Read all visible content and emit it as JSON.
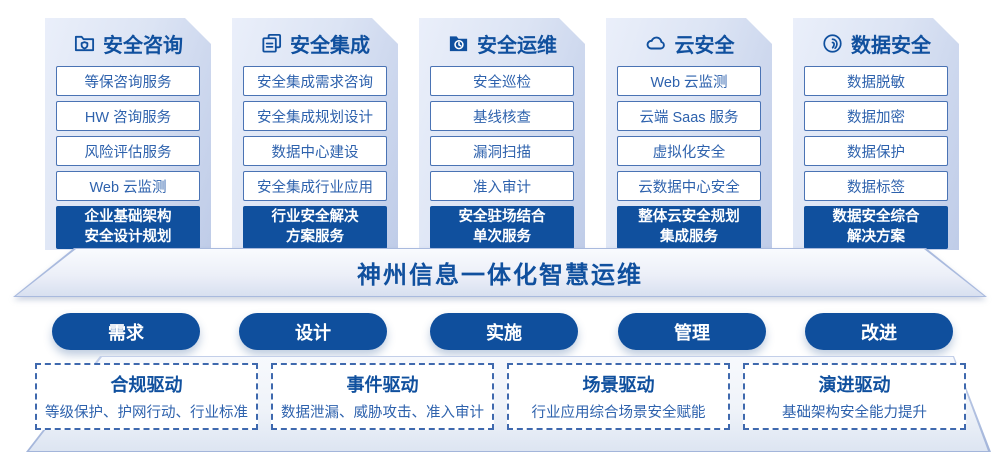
{
  "banner": {
    "title": "神州信息一体化智慧运维"
  },
  "colors": {
    "primary_blue": "#10509E",
    "item_text_blue": "#2E62AD",
    "box_border_blue": "#4a73b4",
    "panel_gradient_start": "#eaeffa",
    "panel_gradient_end": "#bfcce8",
    "dashed_border_blue": "#3f69ae"
  },
  "columns": [
    {
      "title": "安全咨询",
      "icon": "folder-shield-icon",
      "items": [
        "等保咨询服务",
        "HW 咨询服务",
        "风险评估服务",
        "Web 云监测"
      ],
      "footer_line1": "企业基础架构",
      "footer_line2": "安全设计规划"
    },
    {
      "title": "安全集成",
      "icon": "documents-icon",
      "items": [
        "安全集成需求咨询",
        "安全集成规划设计",
        "数据中心建设",
        "安全集成行业应用"
      ],
      "footer_line1": "行业安全解决",
      "footer_line2": "方案服务"
    },
    {
      "title": "安全运维",
      "icon": "folder-clock-icon",
      "items": [
        "安全巡检",
        "基线核查",
        "漏洞扫描",
        "准入审计"
      ],
      "footer_line1": "安全驻场结合",
      "footer_line2": "单次服务"
    },
    {
      "title": "云安全",
      "icon": "cloud-icon",
      "items": [
        "Web 云监测",
        "云端 Saas 服务",
        "虚拟化安全",
        "云数据中心安全"
      ],
      "footer_line1": "整体云安全规划",
      "footer_line2": "集成服务"
    },
    {
      "title": "数据安全",
      "icon": "fingerprint-icon",
      "items": [
        "数据脱敏",
        "数据加密",
        "数据保护",
        "数据标签"
      ],
      "footer_line1": "数据安全综合",
      "footer_line2": "解决方案"
    }
  ],
  "process_pills": [
    "需求",
    "设计",
    "实施",
    "管理",
    "改进"
  ],
  "drivers": [
    {
      "title": "合规驱动",
      "desc": "等级保护、护网行动、行业标准"
    },
    {
      "title": "事件驱动",
      "desc": "数据泄漏、威胁攻击、准入审计"
    },
    {
      "title": "场景驱动",
      "desc": "行业应用综合场景安全赋能"
    },
    {
      "title": "演进驱动",
      "desc": "基础架构安全能力提升"
    }
  ]
}
